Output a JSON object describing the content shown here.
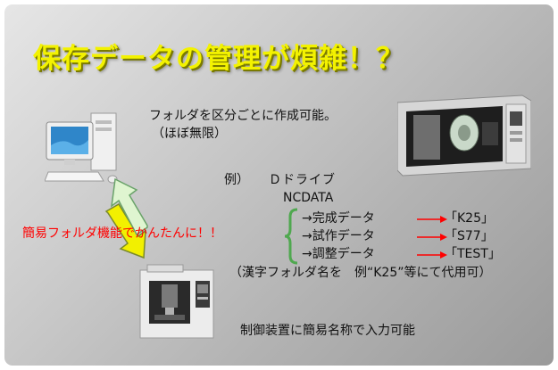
{
  "title": "保存データの管理が煩雑！？",
  "folder_desc": {
    "line1": "フォルダを区分ごとに作成可能。",
    "line2": "（ほぼ無限）"
  },
  "example": {
    "label": "例）",
    "drive": "Ｄドライブ",
    "folder": "NCDATA",
    "items": [
      {
        "text": "→完成データ",
        "mapping": "「K25」"
      },
      {
        "text": "→試作データ",
        "mapping": "「S77」"
      },
      {
        "text": "→調整データ",
        "mapping": "「TEST」"
      }
    ],
    "note": "（漢字フォルダ名を　例“K25”等にて代用可）"
  },
  "simple_folder": "簡易フォルダ機能でかんたんに！！",
  "control_note": "制御装置に簡易名称で入力可能",
  "colors": {
    "title": "#f3f200",
    "accent_red": "#ff0000",
    "brace_green": "#4fa84f",
    "arrow_yellow": "#f2f000",
    "arrow_lightgreen": "#dff5d0"
  }
}
